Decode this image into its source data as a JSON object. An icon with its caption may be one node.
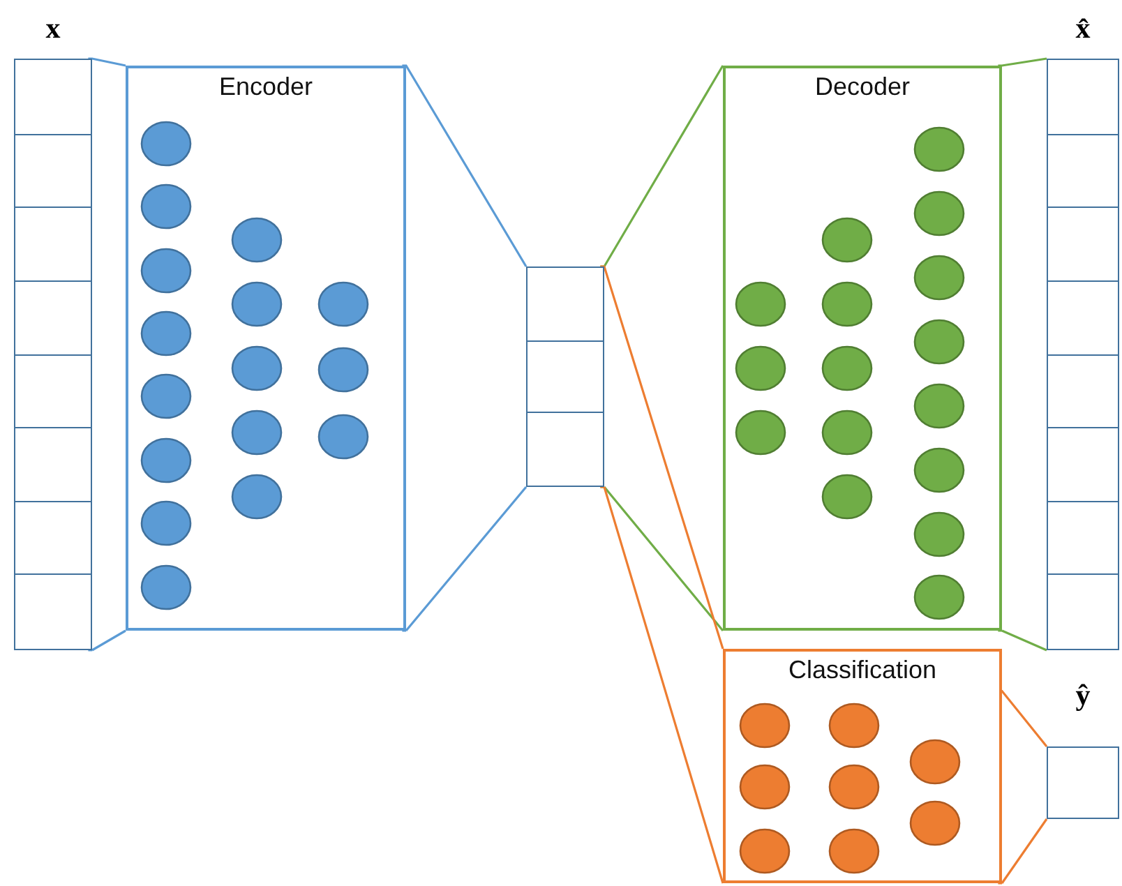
{
  "diagram": {
    "nodes": [
      {
        "text": [
          "x"
        ]
      },
      {
        "text": [
          "Encoder"
        ]
      },
      {
        "text": [],
        "shape": "box"
      },
      {
        "text": [
          "Decoder"
        ]
      },
      {
        "text": [
          "x̂"
        ]
      },
      {
        "text": [
          "Classification"
        ]
      },
      {
        "text": [
          "ŷ"
        ]
      }
    ],
    "edges": [
      {
        "from": 0,
        "to": 1,
        "arrow": "none",
        "color": "#5b9bd5"
      },
      {
        "from": 1,
        "to": 2,
        "arrow": "none",
        "color": "#5b9bd5"
      },
      {
        "from": 2,
        "to": 3,
        "arrow": "none",
        "color": "#70ad47"
      },
      {
        "from": 3,
        "to": 4,
        "arrow": "none",
        "color": "#70ad47"
      },
      {
        "from": 2,
        "to": 5,
        "arrow": "none",
        "color": "#ed7d31"
      },
      {
        "from": 5,
        "to": 6,
        "arrow": "none",
        "color": "#ed7d31"
      }
    ]
  }
}
